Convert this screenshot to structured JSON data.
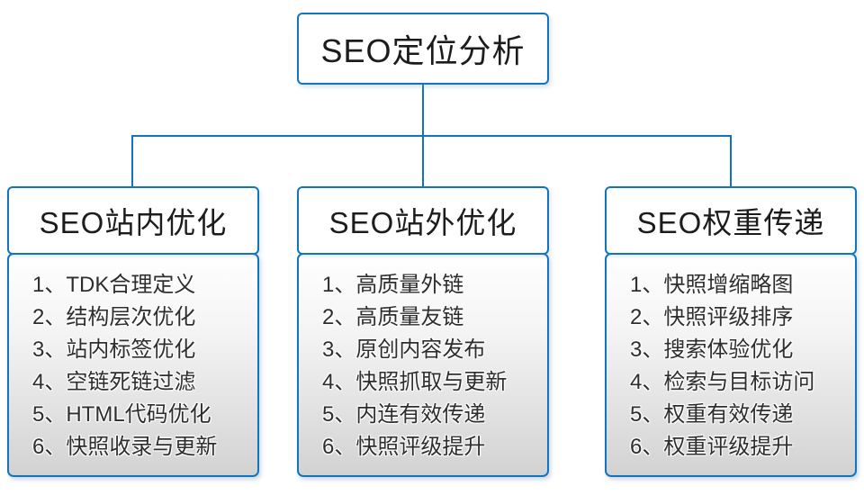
{
  "colors": {
    "accent": "#1274bf",
    "text": "#1c1c1c",
    "body_gradient_top": "#ffffff",
    "body_gradient_bottom": "#d2d2d2"
  },
  "diagram": {
    "root": {
      "title": "SEO定位分析"
    },
    "branches": [
      {
        "title": "SEO站内优化",
        "items": [
          "1、TDK合理定义",
          "2、结构层次优化",
          "3、站内标签优化",
          "4、空链死链过滤",
          "5、HTML代码优化",
          "6、快照收录与更新"
        ]
      },
      {
        "title": "SEO站外优化",
        "items": [
          "1、高质量外链",
          "2、高质量友链",
          "3、原创内容发布",
          "4、快照抓取与更新",
          "5、内连有效传递",
          "6、快照评级提升"
        ]
      },
      {
        "title": "SEO权重传递",
        "items": [
          "1、快照增缩略图",
          "2、快照评级排序",
          "3、搜索体验优化",
          "4、检索与目标访问",
          "5、权重有效传递",
          "6、权重评级提升"
        ]
      }
    ]
  }
}
